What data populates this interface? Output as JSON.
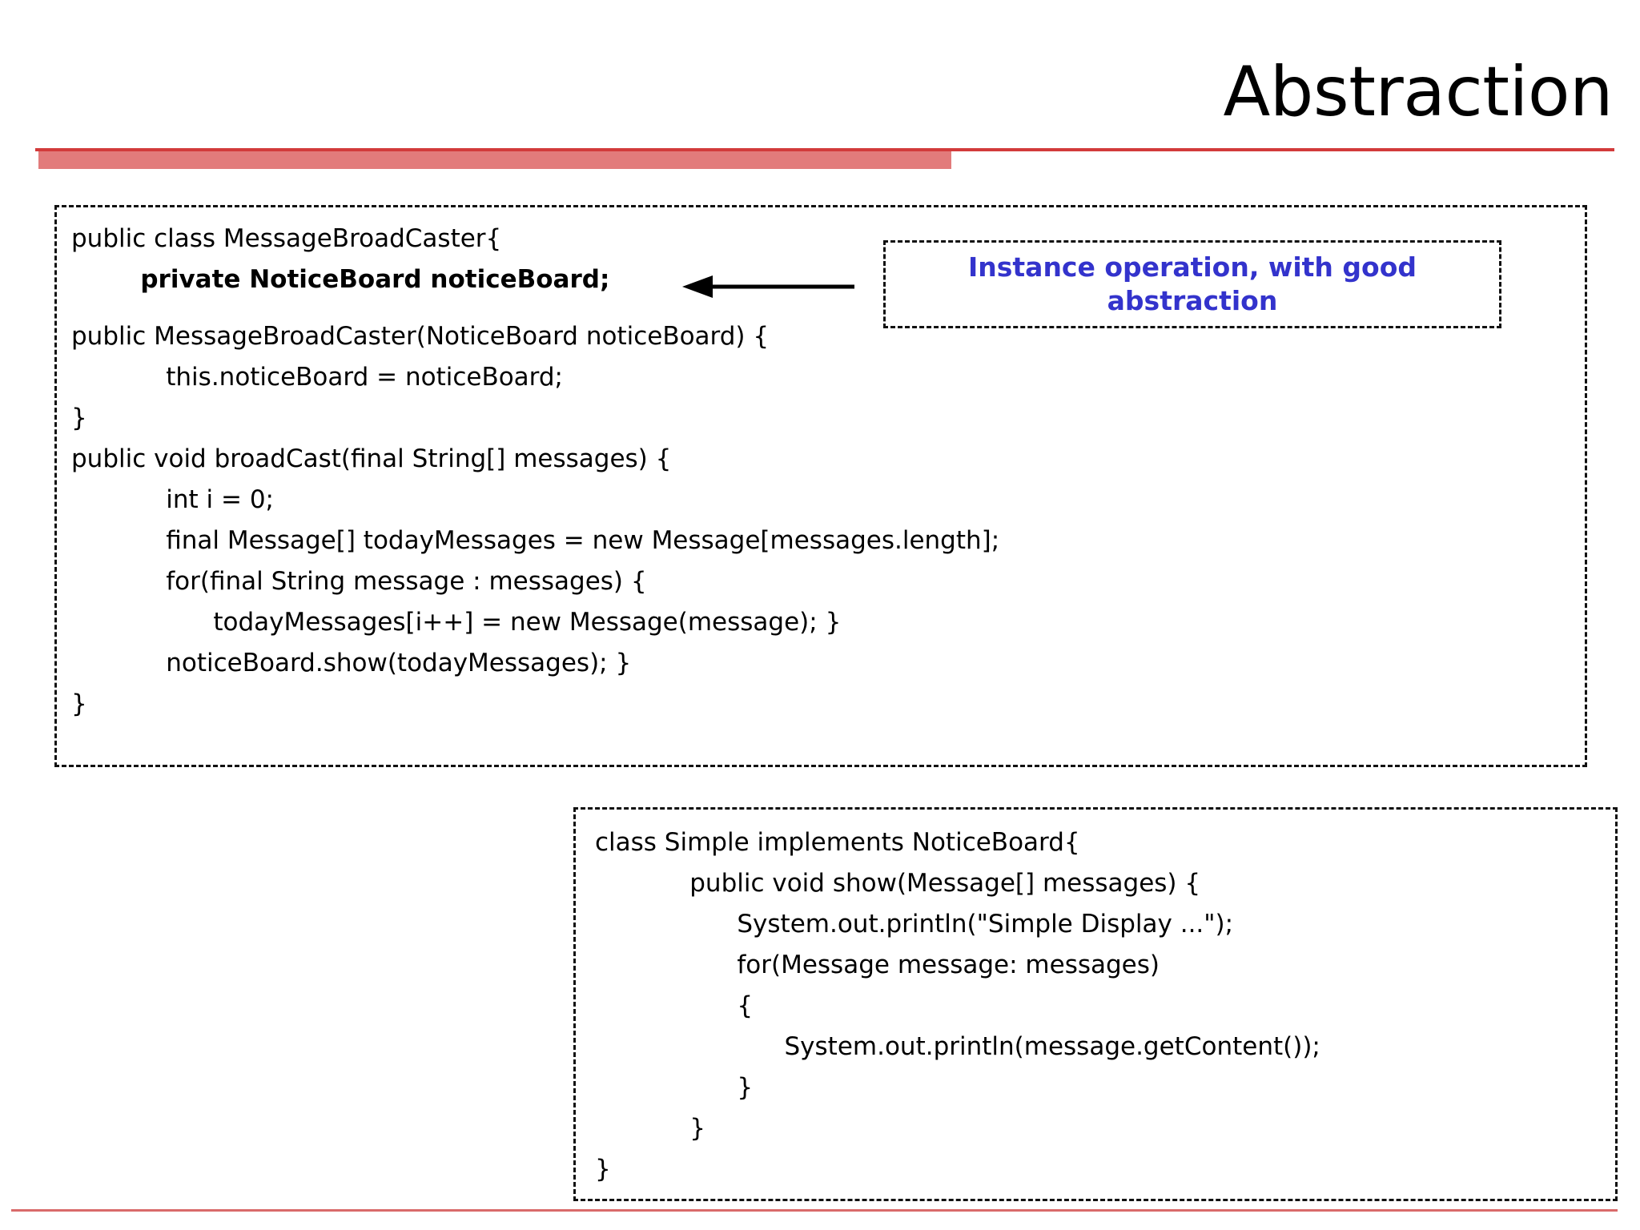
{
  "slide": {
    "title": "Abstraction",
    "accent_color_thin": "#d23b3b",
    "accent_color_thick": "#e27b7b",
    "footer_color": "#d96a6a",
    "background": "#ffffff"
  },
  "callout": {
    "text": "Instance operation, with good abstraction",
    "text_color": "#3333cc",
    "border_style": "dashed"
  },
  "arrow": {
    "direction": "left",
    "icon": "arrow-left-icon"
  },
  "code_blocks": [
    {
      "id": "broadcaster",
      "lines": [
        {
          "text": "public class MessageBroadCaster{",
          "bold": false
        },
        {
          "text": "        private NoticeBoard noticeBoard;",
          "bold": true
        },
        {
          "text": "",
          "bold": false
        },
        {
          "text": "public MessageBroadCaster(NoticeBoard noticeBoard) {",
          "bold": false
        },
        {
          "text": "            this.noticeBoard = noticeBoard;",
          "bold": false
        },
        {
          "text": "}",
          "bold": false
        },
        {
          "text": "public void broadCast(final String[] messages) {",
          "bold": false
        },
        {
          "text": "            int i = 0;",
          "bold": false
        },
        {
          "text": "            final Message[] todayMessages = new Message[messages.length];",
          "bold": false
        },
        {
          "text": "            for(final String message : messages) {",
          "bold": false
        },
        {
          "text": "                  todayMessages[i++] = new Message(message); }",
          "bold": false
        },
        {
          "text": "            noticeBoard.show(todayMessages); }",
          "bold": false
        },
        {
          "text": "}",
          "bold": false
        }
      ]
    },
    {
      "id": "simple",
      "lines": [
        {
          "text": "class Simple implements NoticeBoard{",
          "bold": false
        },
        {
          "text": "            public void show(Message[] messages) {",
          "bold": false
        },
        {
          "text": "                  System.out.println(\"Simple Display ...\");",
          "bold": false
        },
        {
          "text": "                  for(Message message: messages)",
          "bold": false
        },
        {
          "text": "                  {",
          "bold": false
        },
        {
          "text": "                        System.out.println(message.getContent());",
          "bold": false
        },
        {
          "text": "                  }",
          "bold": false
        },
        {
          "text": "            }",
          "bold": false
        },
        {
          "text": "}",
          "bold": false
        }
      ]
    }
  ]
}
